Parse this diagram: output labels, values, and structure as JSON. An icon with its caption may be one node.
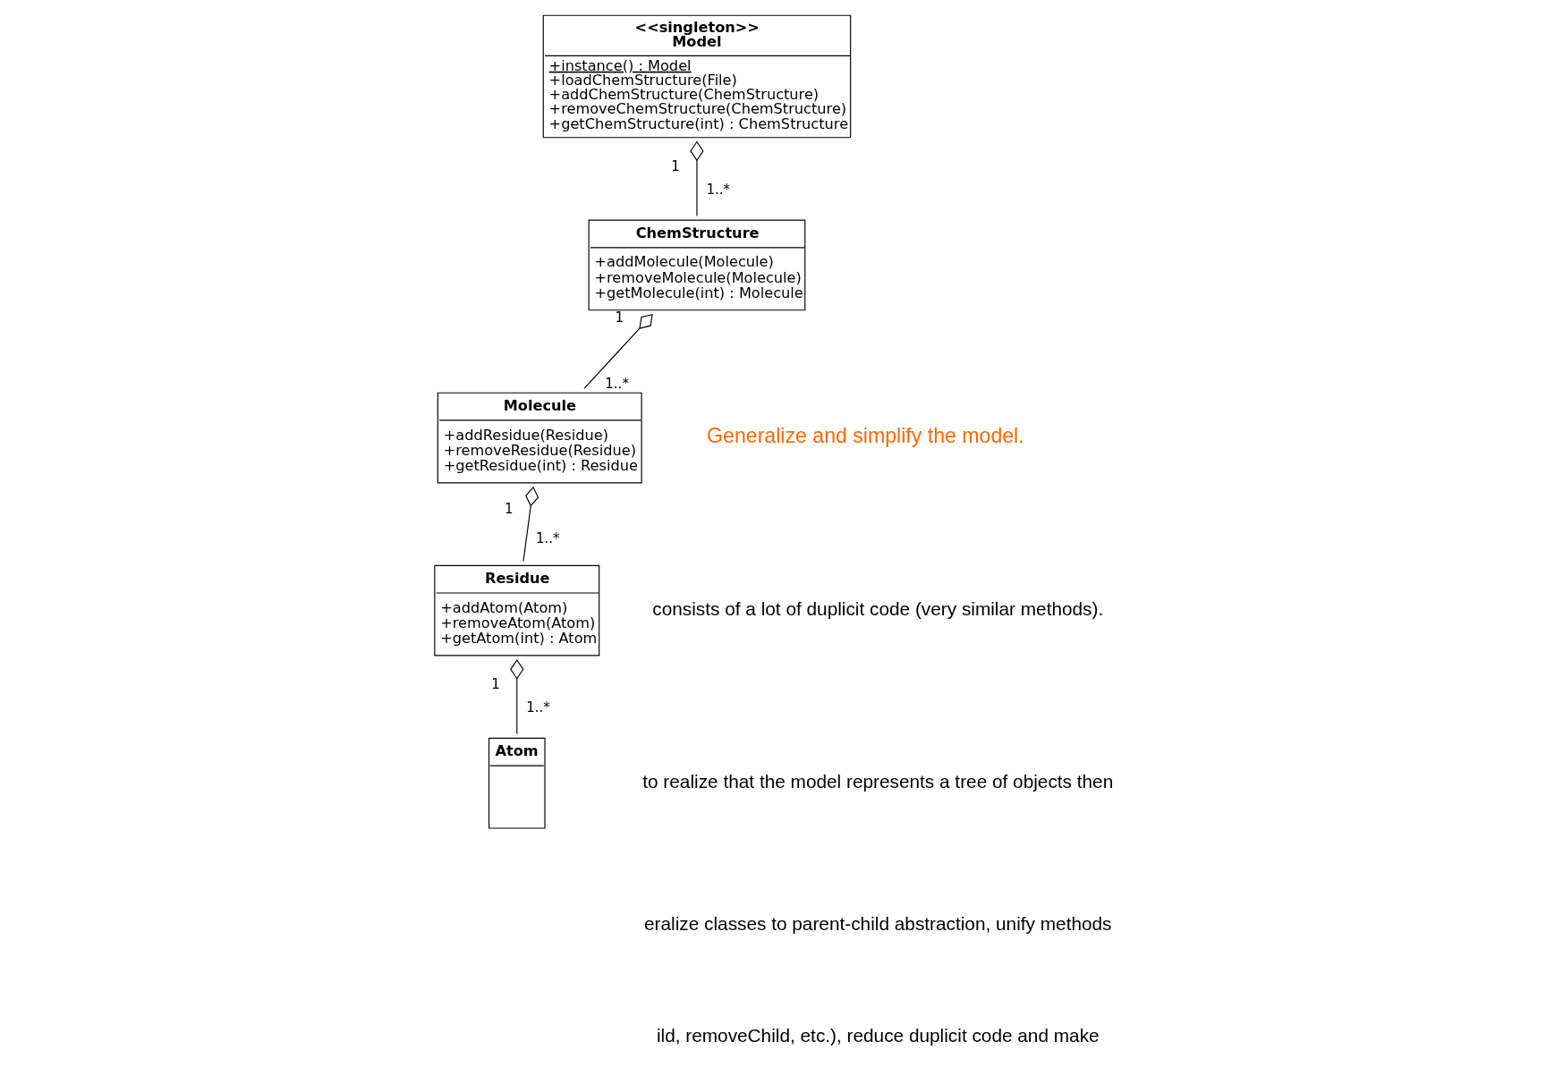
{
  "diagram": {
    "nodes": [
      {
        "text": [
          "<<singleton>> Model",
          "+instance() : Model",
          "+loadChemStructure(File)",
          "+addChemStructure(ChemStructure)",
          "+removeChemStructure(ChemStructure)",
          "+getChemStructure(int) : ChemStructure"
        ]
      },
      {
        "text": [
          "ChemStructure",
          "+addMolecule(Molecule)",
          "+removeMolecule(Molecule)",
          "+getMolecule(int) : Molecule"
        ]
      },
      {
        "text": [
          "Molecule",
          "+addResidue(Residue)",
          "+removeResidue(Residue)",
          "+getResidue(int) : Residue"
        ]
      },
      {
        "text": [
          "Residue",
          "+addAtom(Atom)",
          "+removeAtom(Atom)",
          "+getAtom(int) : Atom"
        ]
      },
      {
        "text": [
          "Atom"
        ]
      }
    ],
    "edges": [
      {
        "from": 0,
        "to": 1,
        "arrow": "other"
      },
      {
        "from": 1,
        "to": 2,
        "arrow": "other"
      },
      {
        "from": 2,
        "to": 3,
        "arrow": "other"
      },
      {
        "from": 3,
        "to": 4,
        "arrow": "other"
      }
    ],
    "labels": [
      "1",
      "1..*",
      "1",
      "1..*",
      "1",
      "1..*",
      "1",
      "1..*",
      "Generalize and simplify the model.",
      "consists of a lot of duplicit code (very similar methods).",
      "to realize that the model represents a tree of objects then",
      "eralize classes to parent-child abstraction, unify methods",
      "ild, removeChild, etc.), reduce duplicit code and make"
    ]
  }
}
